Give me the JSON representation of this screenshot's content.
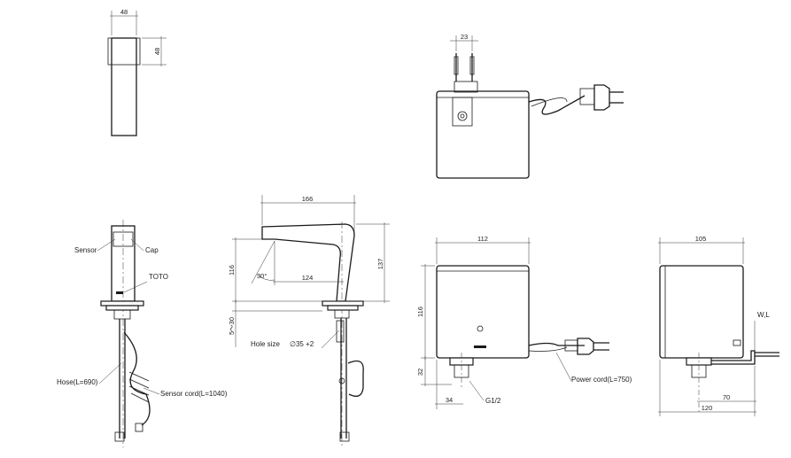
{
  "top_view": {
    "dim_width": "48",
    "dim_depth": "48"
  },
  "front_view": {
    "sensor_label": "Sensor",
    "cap_label": "Cap",
    "toto_label": "TOTO",
    "hose_label": "Hose(L=690)",
    "sensor_cord_label": "Sensor cord(L=1040)"
  },
  "side_view": {
    "dim_length": "166",
    "dim_height": "137",
    "dim_spout_height": "116",
    "dim_reach": "124",
    "dim_angle": "30°",
    "dim_deck": "5～30",
    "hole_size_label": "Hole size",
    "hole_size_value": "∅35 +2"
  },
  "control_box_top": {
    "dim_pin": "23"
  },
  "control_box_front": {
    "dim_width": "112",
    "dim_height": "116",
    "dim_bottom": "32",
    "dim_offset": "34",
    "thread_label": "G1/2",
    "power_cord_label": "Power cord(L=750)"
  },
  "control_box_side": {
    "dim_width": "105",
    "dim_total": "120",
    "dim_offset": "70",
    "wl_label": "W,L"
  }
}
